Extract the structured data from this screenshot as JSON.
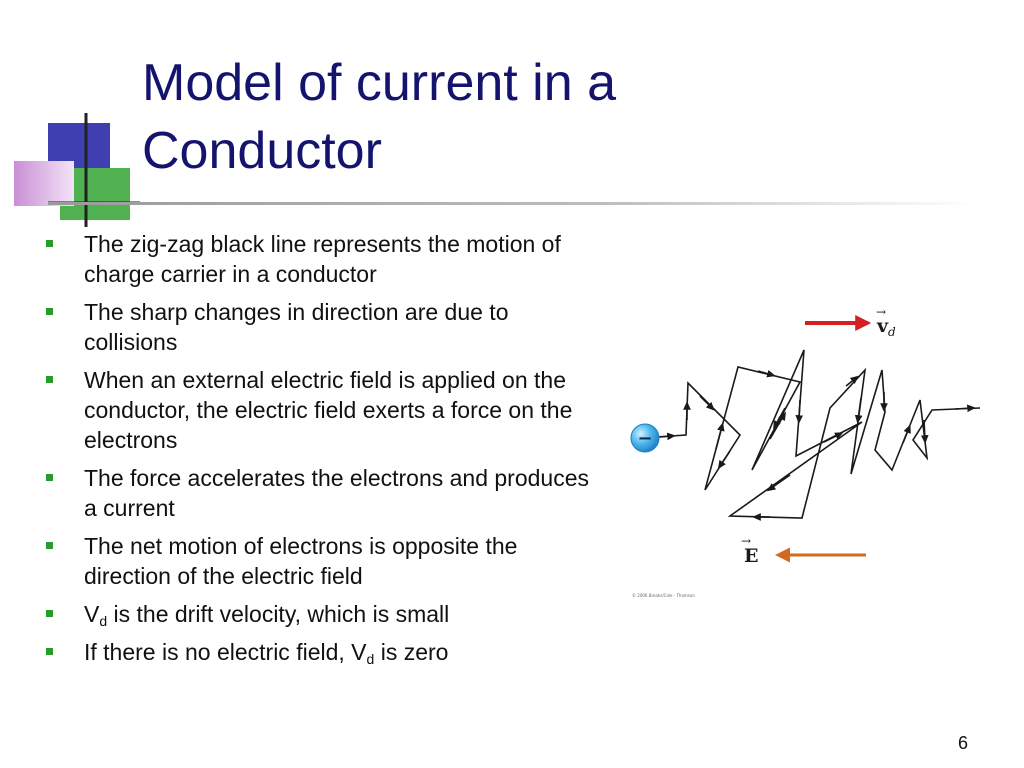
{
  "slide": {
    "title_line1": "Model of current in a",
    "title_line2": "Conductor",
    "page_number": "6"
  },
  "bullets": [
    {
      "text": "The zig-zag black line represents the motion of charge carrier in a conductor"
    },
    {
      "text": "The sharp changes in direction are due to collisions"
    },
    {
      "text": "When an external electric field is applied on the conductor, the electric field exerts a force on the electrons"
    },
    {
      "text": "The force accelerates the electrons and produces a current"
    },
    {
      "text": "The net motion of electrons is opposite the direction of the electric field"
    },
    {
      "pre": "V",
      "sub": "d",
      "post": " is the drift velocity, which is small"
    },
    {
      "pre": "If there is no electric field, V",
      "sub": "d",
      "post": " is zero"
    }
  ],
  "figure": {
    "electron_charge_label": "−",
    "velocity_label_main": "v",
    "velocity_label_sub": "d",
    "field_label": "E",
    "copyright": "© 2006 Brooks/Cole - Thomson",
    "colors": {
      "velocity_arrow": "#d42020",
      "field_arrow": "#d2691e",
      "electron": "#4fb8ee",
      "path": "#1a1a1a"
    }
  },
  "decoration": {
    "colors": {
      "blue": "#3f3fb2",
      "green": "#4fb14f",
      "pink": "#c98fd6"
    }
  }
}
